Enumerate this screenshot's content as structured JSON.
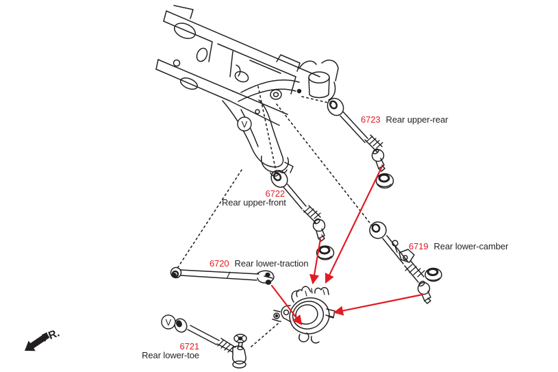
{
  "diagram": {
    "background": "#ffffff",
    "line_color": "#231f20",
    "highlight_color": "#e11b22",
    "direction_label": "FR.",
    "view_marker": "V",
    "parts": [
      {
        "number": "6723",
        "name": "Rear upper-rear"
      },
      {
        "number": "6722",
        "name": "Rear upper-front"
      },
      {
        "number": "6719",
        "name": "Rear lower-camber"
      },
      {
        "number": "6720",
        "name": "Rear lower-traction"
      },
      {
        "number": "6721",
        "name": "Rear lower-toe"
      }
    ]
  }
}
